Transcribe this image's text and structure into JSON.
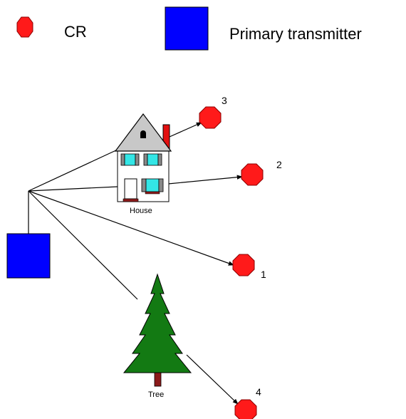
{
  "legend": {
    "cr_label": "CR",
    "cr_icon": "red-octagon-icon",
    "cr_color": "#ff1a1a",
    "primary_label": "Primary transmitter",
    "primary_icon": "blue-square-icon",
    "primary_color": "#0000ff"
  },
  "house": {
    "label": "House",
    "icon": "house-icon"
  },
  "tree": {
    "label": "Tree",
    "icon": "pine-tree-icon"
  },
  "receivers": [
    {
      "id": "1",
      "label": "1"
    },
    {
      "id": "2",
      "label": "2"
    },
    {
      "id": "3",
      "label": "3"
    },
    {
      "id": "4",
      "label": "4"
    }
  ]
}
